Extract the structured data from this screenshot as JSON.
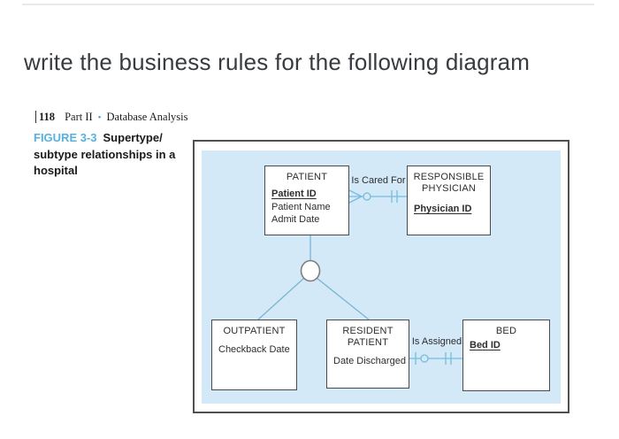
{
  "page": {
    "heading": "write the business rules for the following diagram"
  },
  "textbook": {
    "page_number": "118",
    "part_label": "Part II",
    "bullet": "•",
    "section_title": "Database Analysis",
    "figure_label": "FIGURE 3-3",
    "figure_caption_lines": [
      "Supertype/",
      "subtype relationships in a",
      "hospital"
    ]
  },
  "diagram": {
    "type": "er-supertype-subtype",
    "colors": {
      "panel_background": "#d4e9f8",
      "relationship_line": "#76bcdc",
      "box_border": "#4a4a4a",
      "outer_border": "#4f4f4f",
      "figure_label_blue": "#57b1dd"
    },
    "entities": [
      {
        "id": "patient",
        "title_lines": [
          "PATIENT"
        ],
        "attributes": [
          {
            "text": "Patient ID",
            "key": true
          },
          {
            "text": "Patient Name",
            "key": false
          },
          {
            "text": "Admit Date",
            "key": false
          }
        ]
      },
      {
        "id": "responsible-physician",
        "title_lines": [
          "RESPONSIBLE",
          "PHYSICIAN"
        ],
        "attributes": [
          {
            "text": "Physician ID",
            "key": true
          }
        ]
      },
      {
        "id": "outpatient",
        "title_lines": [
          "OUTPATIENT"
        ],
        "attributes": [
          {
            "text": "Checkback Date",
            "key": false
          }
        ]
      },
      {
        "id": "resident-patient",
        "title_lines": [
          "RESIDENT",
          "PATIENT"
        ],
        "attributes": [
          {
            "text": "Date Discharged",
            "key": false
          }
        ]
      },
      {
        "id": "bed",
        "title_lines": [
          "BED"
        ],
        "attributes": [
          {
            "text": "Bed ID",
            "key": true
          }
        ]
      }
    ],
    "relationships": [
      {
        "label": "Is Cared For",
        "from": "PATIENT",
        "to": "RESPONSIBLE PHYSICIAN",
        "from_end_symbol": "crows-foot-with-circle",
        "to_end_symbol": "double-bar"
      },
      {
        "label": "Is Assigned",
        "from": "RESIDENT PATIENT",
        "to": "BED",
        "from_end_symbol": "bar-with-circle",
        "to_end_symbol": "double-bar"
      }
    ],
    "supertype": "PATIENT",
    "subtypes": [
      "OUTPATIENT",
      "RESIDENT PATIENT"
    ]
  }
}
